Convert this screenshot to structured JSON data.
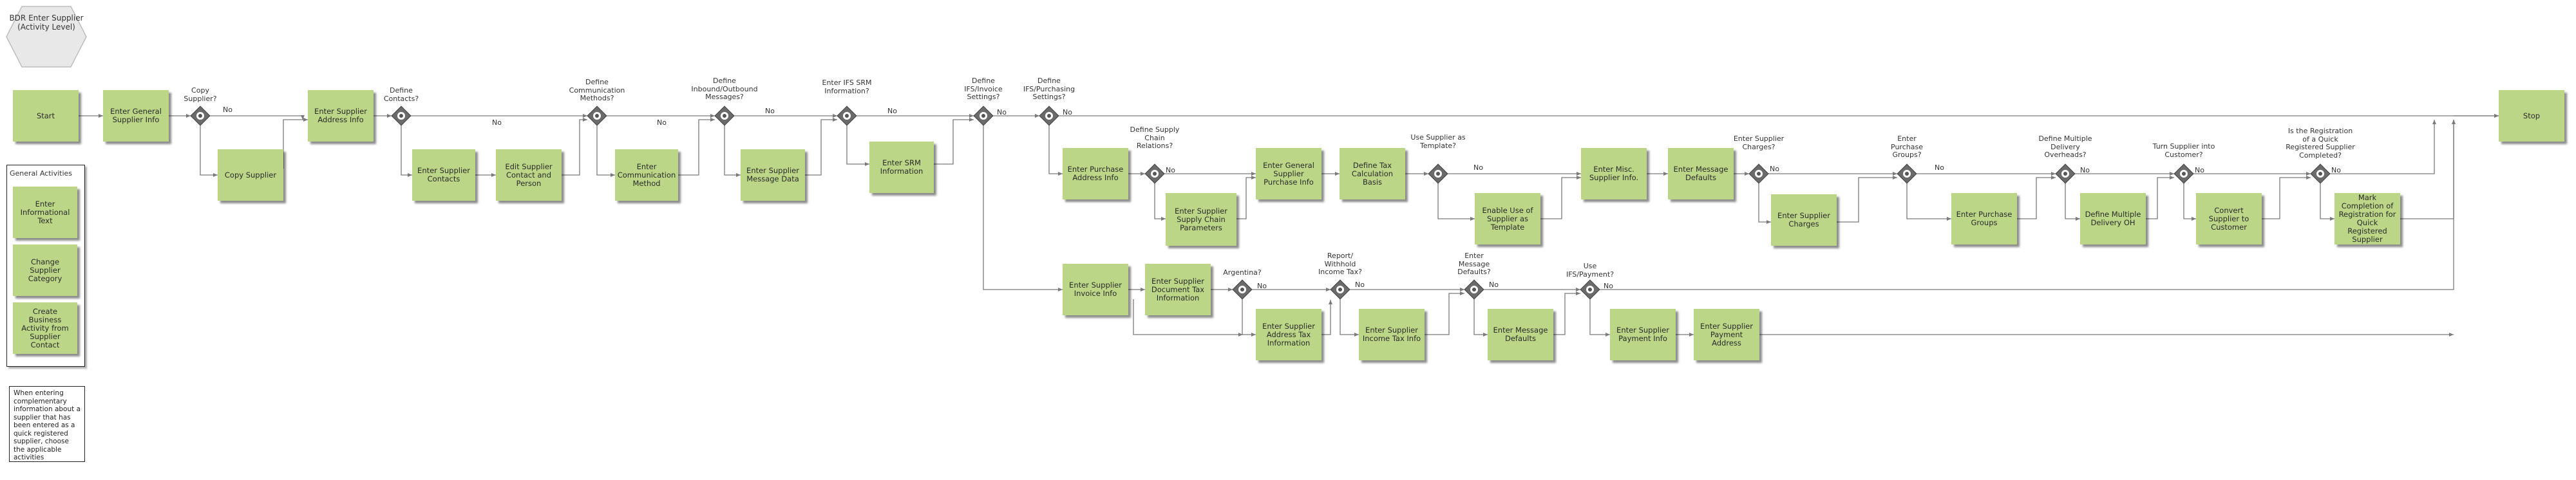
{
  "header": {
    "title": "BDR Enter Supplier (Activity Level)"
  },
  "tasks": {
    "start": "Start",
    "stop": "Stop",
    "enter_general_supplier_info": "Enter General Supplier Info",
    "copy_supplier": "Copy Supplier",
    "enter_supplier_address_info": "Enter Supplier Address Info",
    "enter_supplier_contacts": "Enter Supplier Contacts",
    "edit_supplier_contact_person": "Edit Supplier Contact and Person",
    "enter_communication_method": "Enter Communication Method",
    "enter_supplier_message_data": "Enter Supplier Message Data",
    "enter_srm_information": "Enter SRM Information",
    "enter_purchase_address_info": "Enter Purchase Address Info",
    "enter_supplier_supply_chain_parameters": "Enter Supplier Supply Chain Parameters",
    "enter_general_supplier_purchase_info": "Enter General Supplier Purchase Info",
    "define_tax_calculation_basis": "Define Tax Calculation Basis",
    "enable_use_of_supplier_as_template": "Enable Use of Supplier as Template",
    "enter_misc_supplier_info": "Enter Misc. Supplier Info.",
    "enter_message_defaults_top": "Enter Message Defaults",
    "enter_supplier_charges": "Enter Supplier Charges",
    "enter_purchase_groups": "Enter Purchase Groups",
    "define_multiple_delivery_oh": "Define Multiple Delivery OH",
    "convert_supplier_to_customer": "Convert Supplier to Customer",
    "mark_completion_of_registration": "Mark Completion of Registration for Quick Registered Supplier",
    "enter_supplier_invoice_info": "Enter Supplier Invoice Info",
    "enter_supplier_document_tax_information": "Enter Supplier Document Tax Information",
    "enter_supplier_address_tax_information": "Enter Supplier Address Tax Information",
    "enter_supplier_income_tax_info": "Enter Supplier Income Tax Info",
    "enter_message_defaults_bottom": "Enter Message Defaults",
    "enter_supplier_payment_info": "Enter Supplier Payment Info",
    "enter_supplier_payment_address": "Enter Supplier Payment Address"
  },
  "gateways": {
    "copy_supplier": "Copy Supplier?",
    "define_contacts": "Define Contacts?",
    "define_communication_methods": "Define Communication Methods?",
    "define_inbound_outbound_messages": "Define Inbound/Outbound Messages?",
    "enter_ifs_srm_information": "Enter IFS SRM Information?",
    "define_ifs_invoice_settings": "Define IFS/Invoice Settings?",
    "define_ifs_purchasing_settings": "Define IFS/Purchasing Settings?",
    "define_supply_chain_relations": "Define Supply Chain Relations?",
    "use_supplier_as_template": "Use Supplier as Template?",
    "enter_supplier_charges": "Enter Supplier Charges?",
    "enter_purchase_groups": "Enter Purchase Groups?",
    "define_multiple_delivery_overheads": "Define Multiple Delivery Overheads?",
    "turn_supplier_into_customer": "Turn Supplier into Customer?",
    "registration_quick_registered": "Is the Registration of a Quick Registered Supplier Completed?",
    "argentina": "Argentina?",
    "report_withhold_income_tax": "Report/ Withhold Income Tax?",
    "enter_message_defaults": "Enter Message Defaults?",
    "use_ifs_payment": "Use IFS/Payment?"
  },
  "flow_labels": {
    "no": "No"
  },
  "general_activities": {
    "title": "General Activities",
    "items": [
      "Enter Informational Text",
      "Change Supplier Category",
      "Create Business Activity from Supplier Contact"
    ]
  },
  "note": {
    "text": "When entering complementary information about a supplier that has been entered as a quick registered supplier, choose the applicable activities"
  },
  "colors": {
    "task_fill": "#bcd688",
    "gateway_fill": "#6b6b6b",
    "line": "#7a7a7a"
  }
}
